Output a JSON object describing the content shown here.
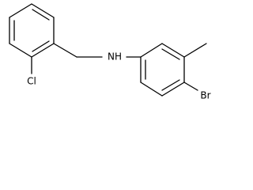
{
  "molecule": {
    "atom_labels": {
      "amine": "NH",
      "bromine": "Br",
      "chlorine": "Cl"
    },
    "colors": {
      "background": "#ffffff",
      "bonds": "#000000",
      "labels": "#000000"
    }
  }
}
